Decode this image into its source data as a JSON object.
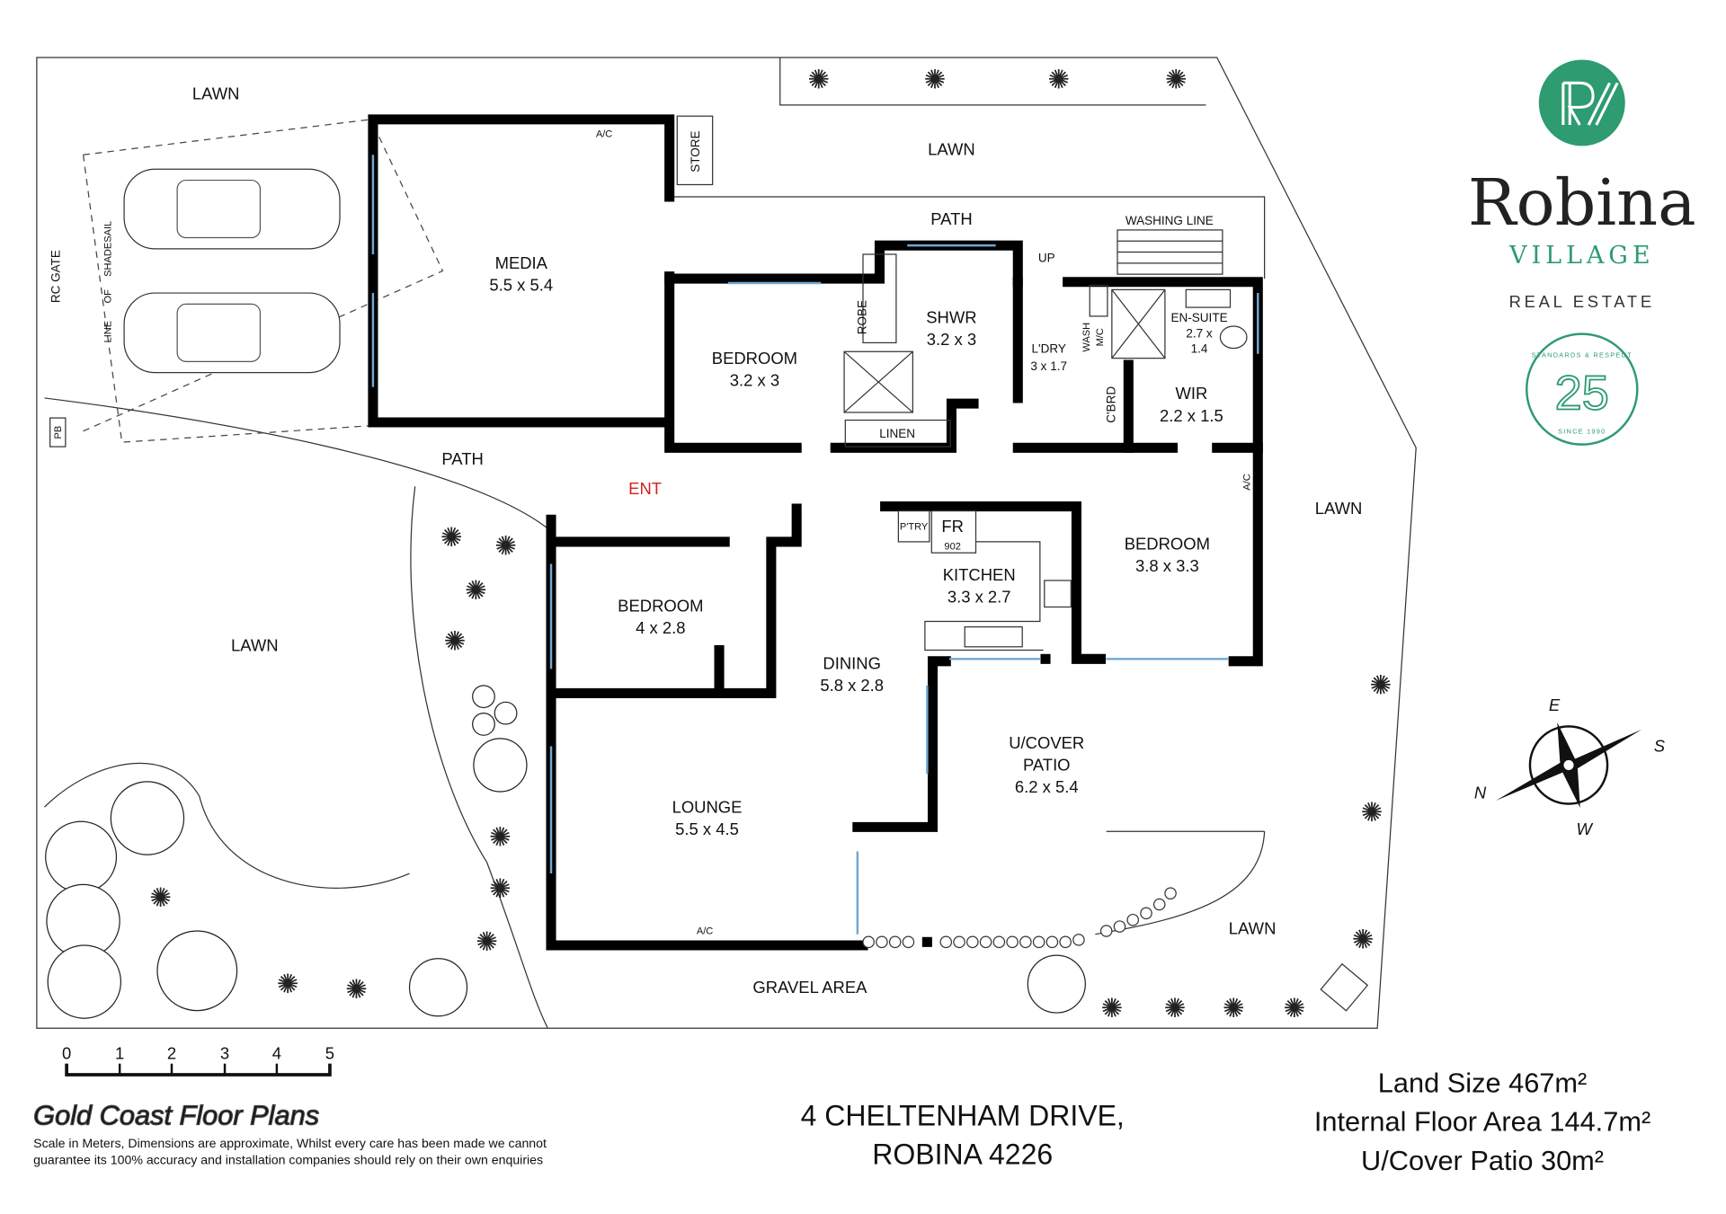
{
  "rooms": {
    "media": {
      "name": "MEDIA",
      "size": "5.5 x 5.4"
    },
    "bedroom_a": {
      "name": "BEDROOM",
      "size": "3.2 x 3"
    },
    "shower": {
      "name": "SHWR",
      "size": "3.2 x 3"
    },
    "laundry": {
      "name": "L'DRY",
      "size": "3 x 1.7"
    },
    "ensuite": {
      "name": "EN-SUITE",
      "size_a": "2.7 x",
      "size_b": "1.4"
    },
    "wir": {
      "name": "WIR",
      "size": "2.2 x 1.5"
    },
    "kitchen": {
      "name": "KITCHEN",
      "size": "3.3 x 2.7"
    },
    "bedroom_b": {
      "name": "BEDROOM",
      "size": "3.8 x 3.3"
    },
    "bedroom_c": {
      "name": "BEDROOM",
      "size": "4 x 2.8"
    },
    "dining": {
      "name": "DINING",
      "size": "5.8 x 2.8"
    },
    "patio": {
      "name_a": "U/COVER",
      "name_b": "PATIO",
      "size": "6.2 x 5.4"
    },
    "lounge": {
      "name": "LOUNGE",
      "size": "5.5 x 4.5"
    }
  },
  "labels": {
    "lawn": "LAWN",
    "path": "PATH",
    "washing_line": "WASHING LINE",
    "store": "STORE",
    "ac": "A/C",
    "rc_gate": "RC GATE",
    "shadesail_a": "LINE",
    "shadesail_b": "OF",
    "shadesail_c": "SHADESAIL",
    "pb": "PB",
    "robe": "ROBE",
    "up": "UP",
    "wash": "WASH",
    "mc": "M/C",
    "linen": "LINEN",
    "cbrd": "C'BRD",
    "ent": "ENT",
    "ptry": "P'TRY",
    "fr": "FR",
    "fr_width": "902",
    "gravel": "GRAVEL AREA"
  },
  "compass": {
    "n": "N",
    "e": "E",
    "s": "S",
    "w": "W"
  },
  "scale": {
    "ticks": [
      "0",
      "1",
      "2",
      "3",
      "4",
      "5"
    ],
    "unit": "Meters"
  },
  "footer": {
    "brand": "Gold Coast Floor Plans",
    "disclaimer_1": "Scale in Meters, Dimensions are approximate, Whilst every care has been made we cannot",
    "disclaimer_2": "guarantee its 100% accuracy and installation companies should rely on their own enquiries",
    "address_1": "4 CHELTENHAM DRIVE,",
    "address_2": "ROBINA 4226",
    "land_size": "Land Size 467m²",
    "floor_area": "Internal Floor Area 144.7m²",
    "patio_area": "U/Cover Patio 30m²"
  },
  "logo": {
    "monogram": "RV",
    "name": "Robina",
    "sub": "VILLAGE",
    "tag": "REAL ESTATE",
    "badge_number": "25",
    "badge_top": "STANDARDS & RESPECT",
    "badge_bottom": "SINCE 1990"
  },
  "colors": {
    "brand_green": "#2e9b70",
    "ent_red": "#d42020",
    "window_blue": "#6fa8d6"
  }
}
